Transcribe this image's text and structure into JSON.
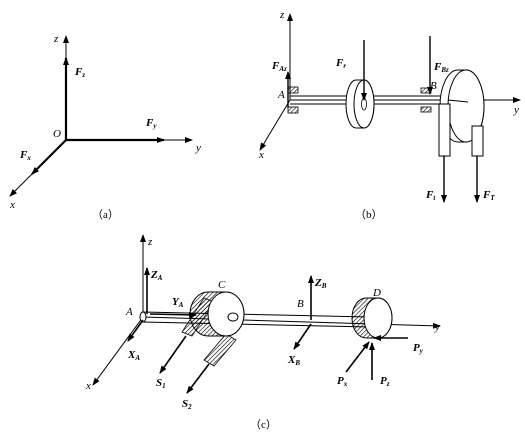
{
  "panel_a": {
    "caption": "（a）",
    "origin_label": "O",
    "axes": {
      "x": "x",
      "y": "y",
      "z": "z"
    },
    "forces": [
      {
        "letter": "F",
        "sub": "z"
      },
      {
        "letter": "F",
        "sub": "y"
      },
      {
        "letter": "F",
        "sub": "x"
      }
    ]
  },
  "panel_b": {
    "caption": "（b）",
    "axes": {
      "x": "x",
      "y": "y",
      "z": "z"
    },
    "points": {
      "A": "A",
      "B": "B"
    },
    "forces": {
      "FAz": {
        "letter": "F",
        "sub": "Az"
      },
      "Fr": {
        "letter": "F",
        "sub": "r"
      },
      "FBz": {
        "letter": "F",
        "sub": "Bz"
      },
      "Ft": {
        "letter": "F",
        "sub": "t"
      },
      "FT": {
        "letter": "F",
        "sub": "T"
      }
    }
  },
  "panel_c": {
    "caption": "（c）",
    "axes": {
      "x": "x",
      "y": "y",
      "z": "z"
    },
    "points": {
      "A": "A",
      "B": "B",
      "C": "C",
      "D": "D"
    },
    "forces": {
      "ZA": {
        "letter": "Z",
        "sub": "A"
      },
      "YA": {
        "letter": "Y",
        "sub": "A"
      },
      "XA": {
        "letter": "X",
        "sub": "A"
      },
      "S1": {
        "letter": "S",
        "sub": "1"
      },
      "S2": {
        "letter": "S",
        "sub": "2"
      },
      "ZB": {
        "letter": "Z",
        "sub": "B"
      },
      "XB": {
        "letter": "X",
        "sub": "B"
      },
      "Py": {
        "letter": "P",
        "sub": "y"
      },
      "Px": {
        "letter": "P",
        "sub": "x"
      },
      "Pz": {
        "letter": "P",
        "sub": "z"
      }
    }
  }
}
